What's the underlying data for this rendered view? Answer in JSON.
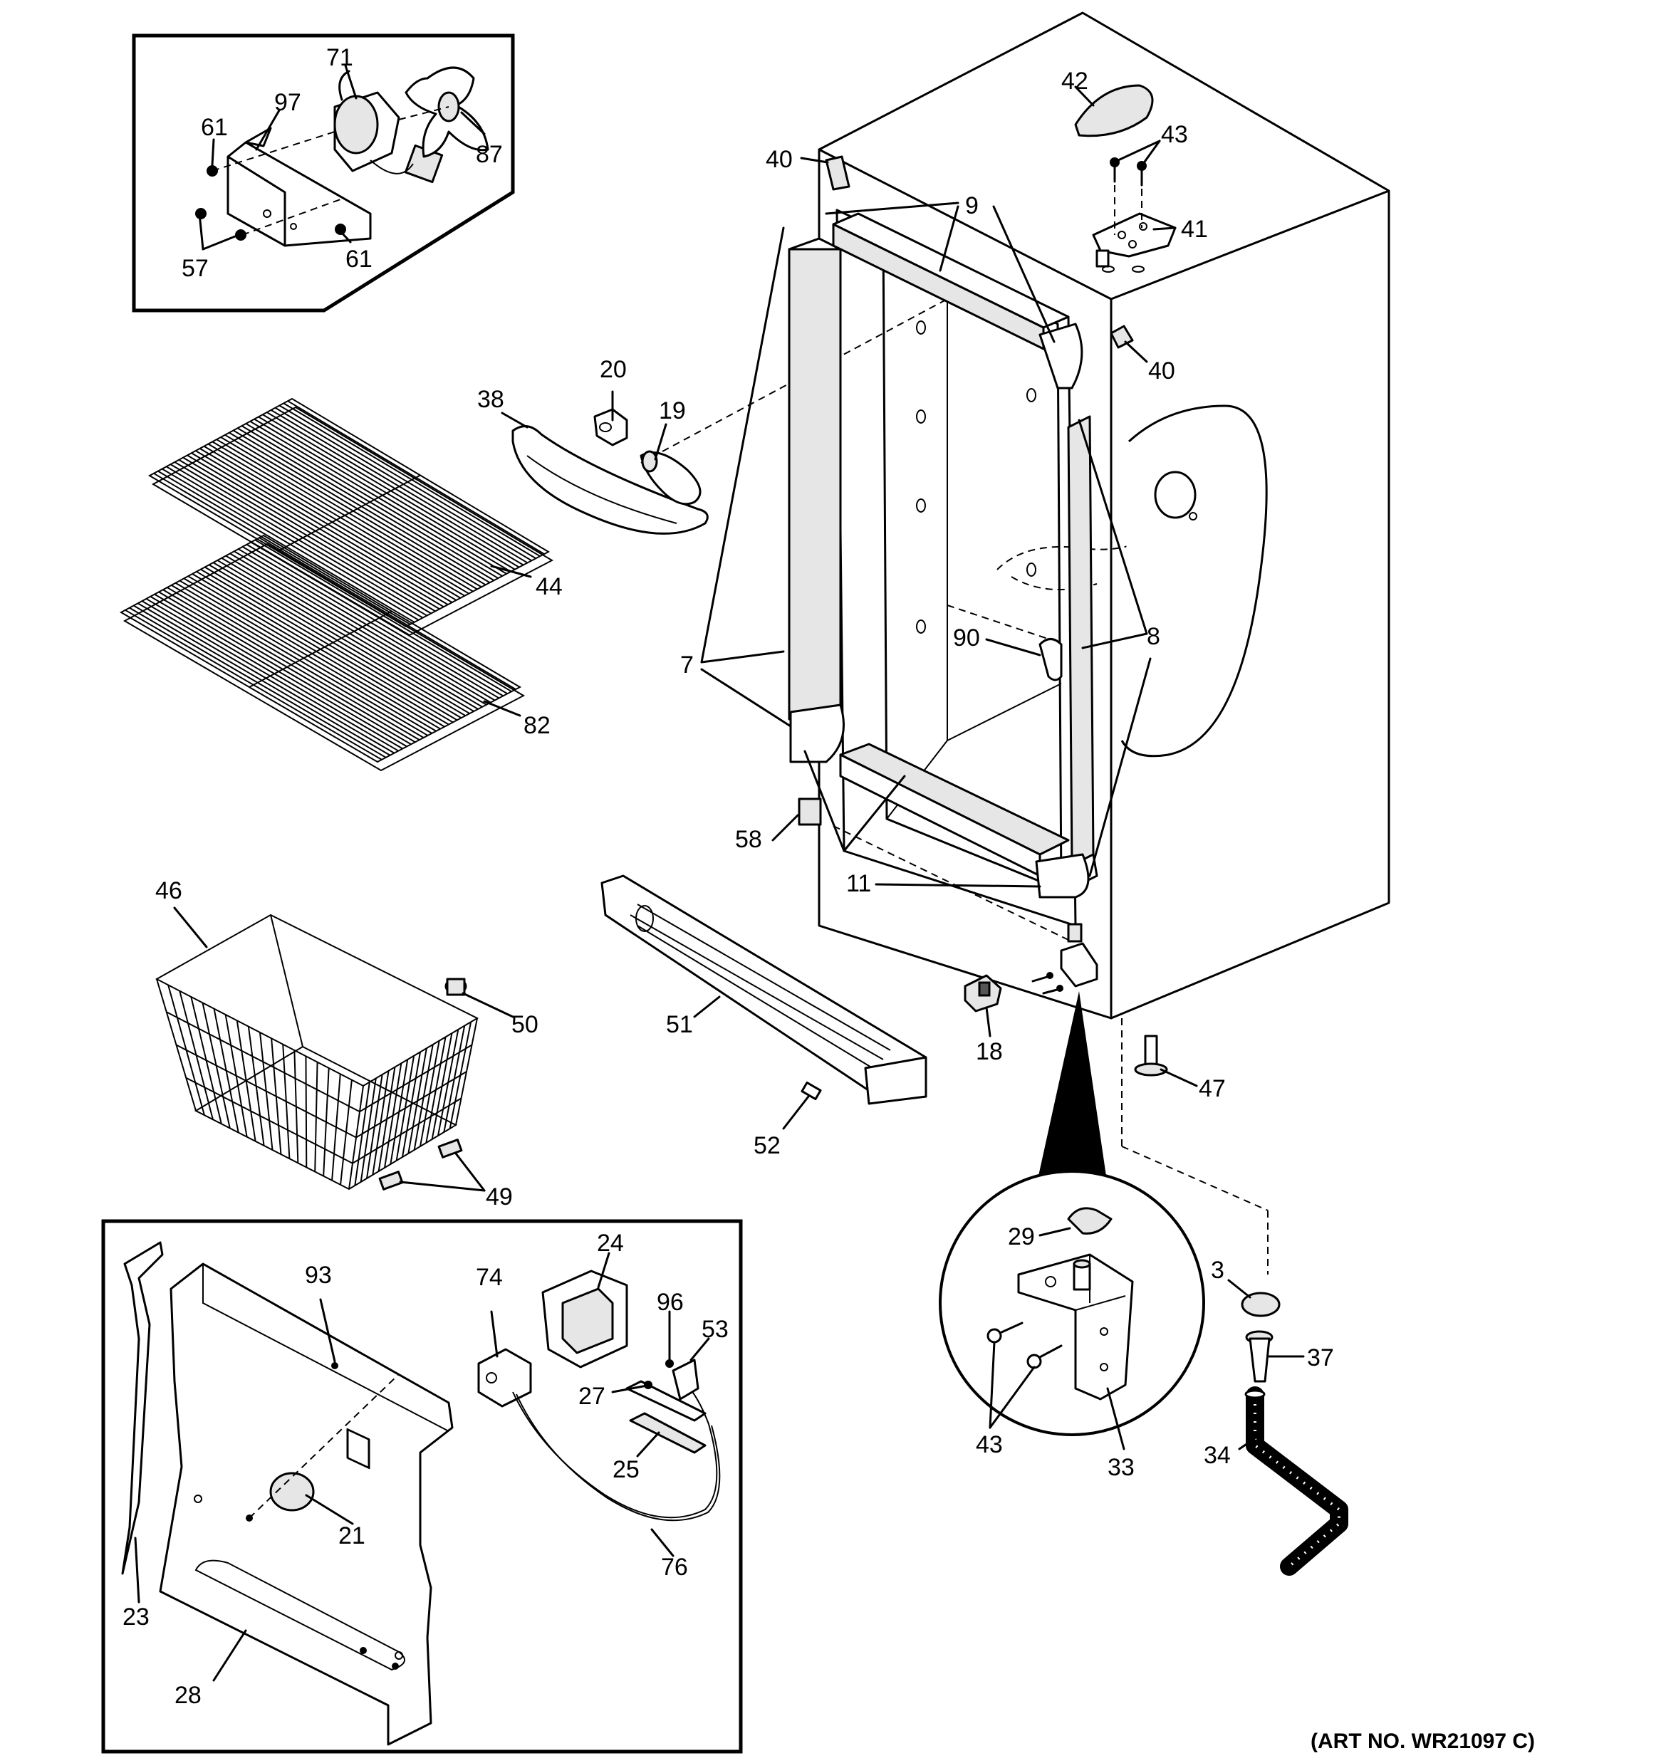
{
  "art_number": "(ART NO. WR21097 C)",
  "callouts": {
    "c3": "3",
    "c7": "7",
    "c8": "8",
    "c9": "9",
    "c11": "11",
    "c18": "18",
    "c19": "19",
    "c20": "20",
    "c21": "21",
    "c23": "23",
    "c24": "24",
    "c25": "25",
    "c27": "27",
    "c28": "28",
    "c29": "29",
    "c33": "33",
    "c34": "34",
    "c37": "37",
    "c38": "38",
    "c40a": "40",
    "c40b": "40",
    "c41": "41",
    "c42": "42",
    "c43a": "43",
    "c43b": "43",
    "c44": "44",
    "c46": "46",
    "c47": "47",
    "c49": "49",
    "c50": "50",
    "c51": "51",
    "c52": "52",
    "c53": "53",
    "c57": "57",
    "c58": "58",
    "c61a": "61",
    "c61b": "61",
    "c71": "71",
    "c74": "74",
    "c76": "76",
    "c82": "82",
    "c87": "87",
    "c90": "90",
    "c93": "93",
    "c96": "96",
    "c97": "97"
  }
}
